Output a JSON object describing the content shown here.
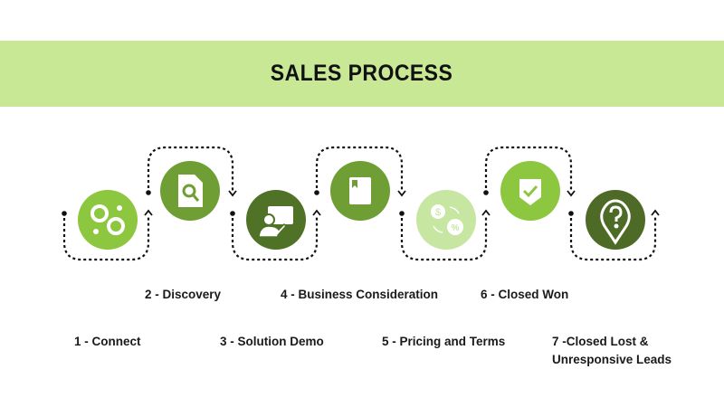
{
  "header": {
    "title": "SALES PROCESS"
  },
  "colors": {
    "band": "#c8e896",
    "connector": "#111111"
  },
  "steps": [
    {
      "label": "1 - Connect",
      "icon": "people-network-icon",
      "color": "#8dc63f"
    },
    {
      "label": "2 - Discovery",
      "icon": "document-search-icon",
      "color": "#6e9e34"
    },
    {
      "label": "3 - Solution Demo",
      "icon": "presentation-icon",
      "color": "#4f7227"
    },
    {
      "label": "4 - Business Consideration",
      "icon": "book-icon",
      "color": "#6e9e34"
    },
    {
      "label": "5 - Pricing and Terms",
      "icon": "dollar-percent-exchange-icon",
      "color": "#c6e6a2"
    },
    {
      "label": "6 - Closed Won",
      "icon": "shield-check-icon",
      "color": "#8dc63f"
    },
    {
      "label": "7 -Closed Lost &",
      "label2": "Unresponsive Leads",
      "icon": "location-question-icon",
      "color": "#4d6a26"
    }
  ]
}
